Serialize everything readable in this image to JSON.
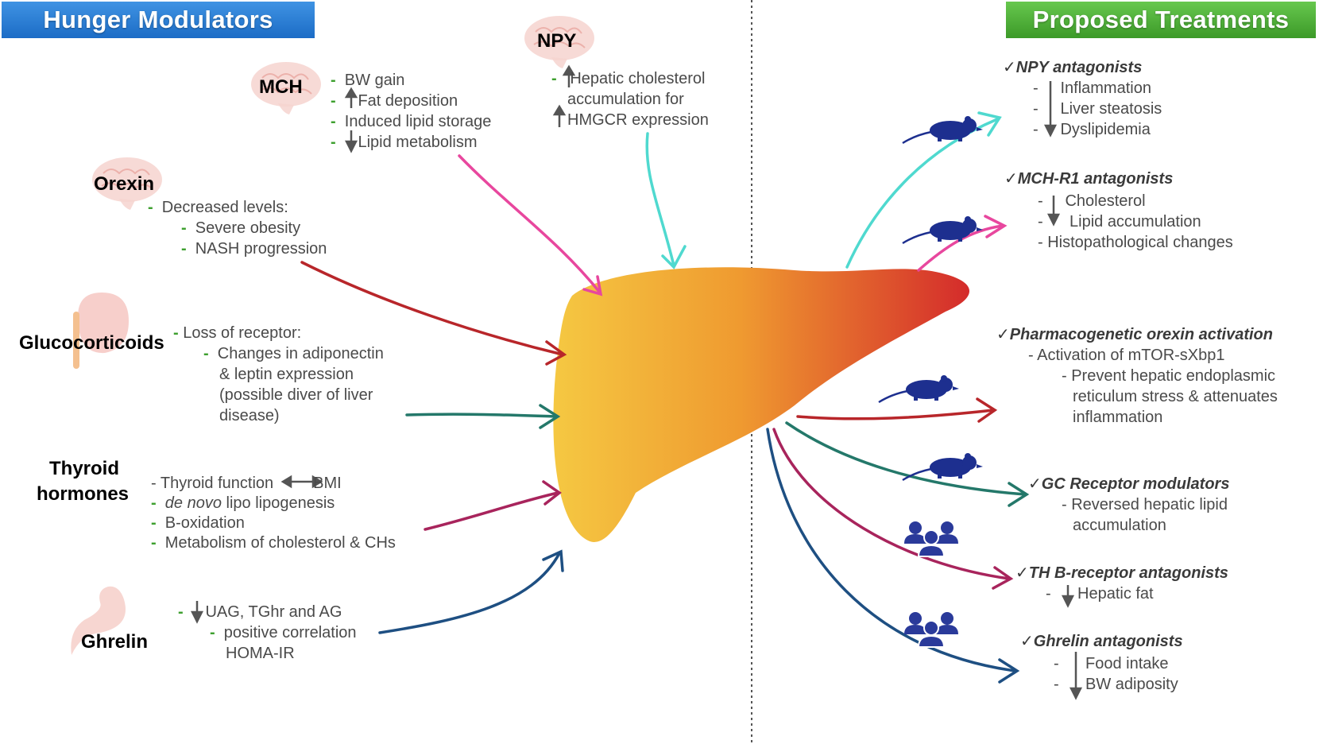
{
  "headers": {
    "left": "Hunger Modulators",
    "right": "Proposed Treatments"
  },
  "modulators": {
    "npy": {
      "name": "NPY",
      "lines": [
        "Hepatic cholesterol",
        "accumulation for",
        "HMGCR expression"
      ]
    },
    "mch": {
      "name": "MCH",
      "lines": [
        "BW gain",
        "Fat deposition",
        "Induced lipid storage",
        "Lipid metabolism"
      ]
    },
    "orexin": {
      "name": "Orexin",
      "lines": [
        "Decreased levels:",
        "Severe obesity",
        "NASH progression"
      ]
    },
    "glucocorticoids": {
      "name": "Glucocorticoids",
      "lines": [
        "Loss of receptor:",
        "Changes in adiponectin",
        "& leptin expression",
        "(possible diver of liver",
        "disease)"
      ]
    },
    "thyroid": {
      "name_1": "Thyroid",
      "name_2": "hormones",
      "lines": [
        "Thyroid function",
        "BMI",
        "de novo",
        "lipo lipogenesis",
        "B-oxidation",
        "Metabolism of cholesterol & CHs"
      ]
    },
    "ghrelin": {
      "name": "Ghrelin",
      "lines": [
        "UAG, TGhr and AG",
        "positive correlation",
        "HOMA-IR"
      ]
    }
  },
  "treatments": {
    "npy": {
      "title": "✓NPY antagonists",
      "lines": [
        "Inflammation",
        "Liver steatosis",
        "Dyslipidemia"
      ]
    },
    "mch": {
      "title": "✓MCH-R1 antagonists",
      "lines": [
        "Cholesterol",
        "Lipid accumulation",
        "Histopathological changes"
      ]
    },
    "orexin": {
      "title": "✓Pharmacogenetic orexin activation",
      "lines": [
        "Activation of mTOR-sXbp1",
        "Prevent hepatic endoplasmic",
        "reticulum stress & attenuates",
        "inflammation"
      ]
    },
    "gc": {
      "title": "✓GC Receptor modulators",
      "lines": [
        "Reversed hepatic lipid",
        "accumulation"
      ]
    },
    "th": {
      "title": "✓TH B-receptor antagonists",
      "lines": [
        "Hepatic fat"
      ]
    },
    "ghrelin": {
      "title": "✓Ghrelin antagonists",
      "lines": [
        "Food intake",
        "BW adiposity"
      ]
    }
  },
  "colors": {
    "npy": "#4fd9cf",
    "mch": "#e8479e",
    "orexin": "#b8262a",
    "gc": "#24786a",
    "thyroid": "#a8245c",
    "ghrelin": "#1e4f82",
    "liver_light": "#f5c842",
    "liver_dark": "#d42b2b",
    "animal": "#1d2f8f",
    "people": "#2a3a9a"
  },
  "icons": [
    "brain-icon",
    "adrenal-icon",
    "stomach-icon",
    "mouse-icon",
    "people-icon"
  ]
}
